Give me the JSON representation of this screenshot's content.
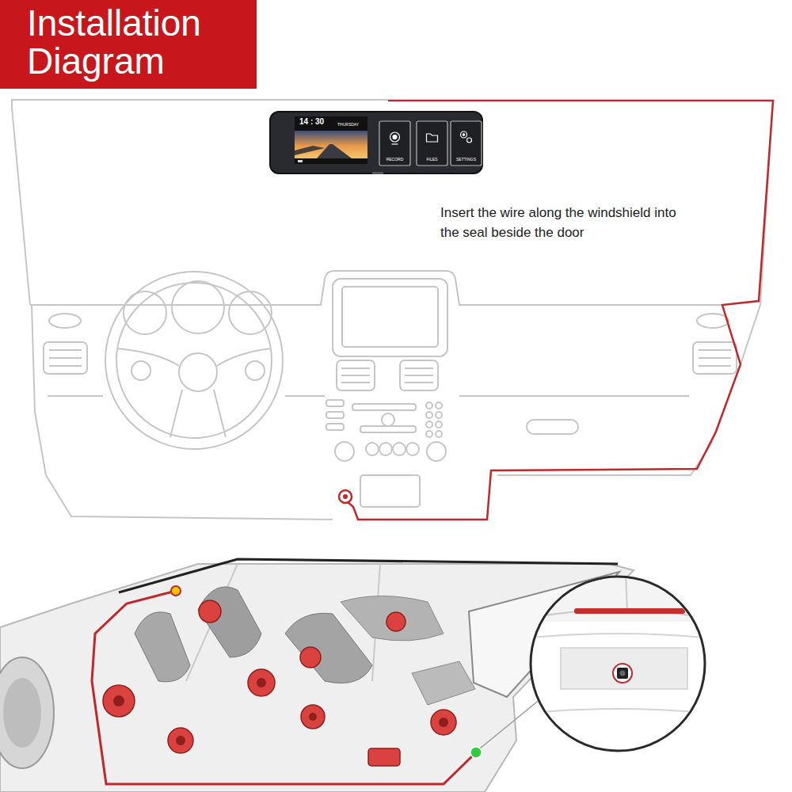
{
  "diagram": {
    "title": "Installation Diagram",
    "nodes": [
      {
        "text": [
          "14 : 30",
          "THURSDAY"
        ]
      },
      {
        "text": [
          "RECORD"
        ],
        "in": 0
      },
      {
        "text": [
          "FILES"
        ],
        "in": 0
      },
      {
        "text": [
          "SETTINGS"
        ],
        "in": 0
      }
    ],
    "labels": [
      "Insert the wire along the windshield into the seal beside the door"
    ]
  }
}
